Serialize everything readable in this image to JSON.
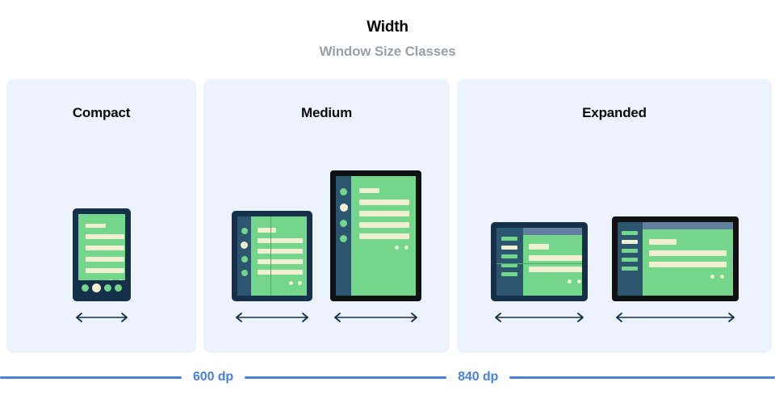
{
  "header": {
    "title": "Width",
    "subtitle": "Window Size Classes"
  },
  "panels": [
    {
      "id": "compact",
      "title": "Compact",
      "devices": [
        {
          "name": "phone",
          "form": "phone-portrait",
          "arrow": "double-headed-arrow"
        }
      ]
    },
    {
      "id": "medium",
      "title": "Medium",
      "devices": [
        {
          "name": "foldable",
          "form": "foldable-portrait-unfolded",
          "arrow": "double-headed-arrow"
        },
        {
          "name": "tablet",
          "form": "tablet-portrait",
          "arrow": "double-headed-arrow"
        }
      ]
    },
    {
      "id": "expanded",
      "title": "Expanded",
      "devices": [
        {
          "name": "foldable",
          "form": "foldable-landscape-unfolded",
          "arrow": "double-headed-arrow"
        },
        {
          "name": "tablet",
          "form": "tablet-landscape",
          "arrow": "double-headed-arrow"
        }
      ]
    }
  ],
  "scale": {
    "breakpoints": [
      "600 dp",
      "840 dp"
    ]
  },
  "colors": {
    "panel_background": "#edf3fd",
    "page_background": "#ffffff",
    "title_text": "#000000",
    "subtitle_text": "#9aa0a6",
    "scale_accent": "#4a7fe0",
    "device_frame_navy": "#16304a",
    "device_frame_black": "#0f1113",
    "screen_green": "#74d68a",
    "content_line_cream": "#f1efd2",
    "nav_rail_blue": "#2c5670",
    "top_strip_blue": "#62809d"
  }
}
